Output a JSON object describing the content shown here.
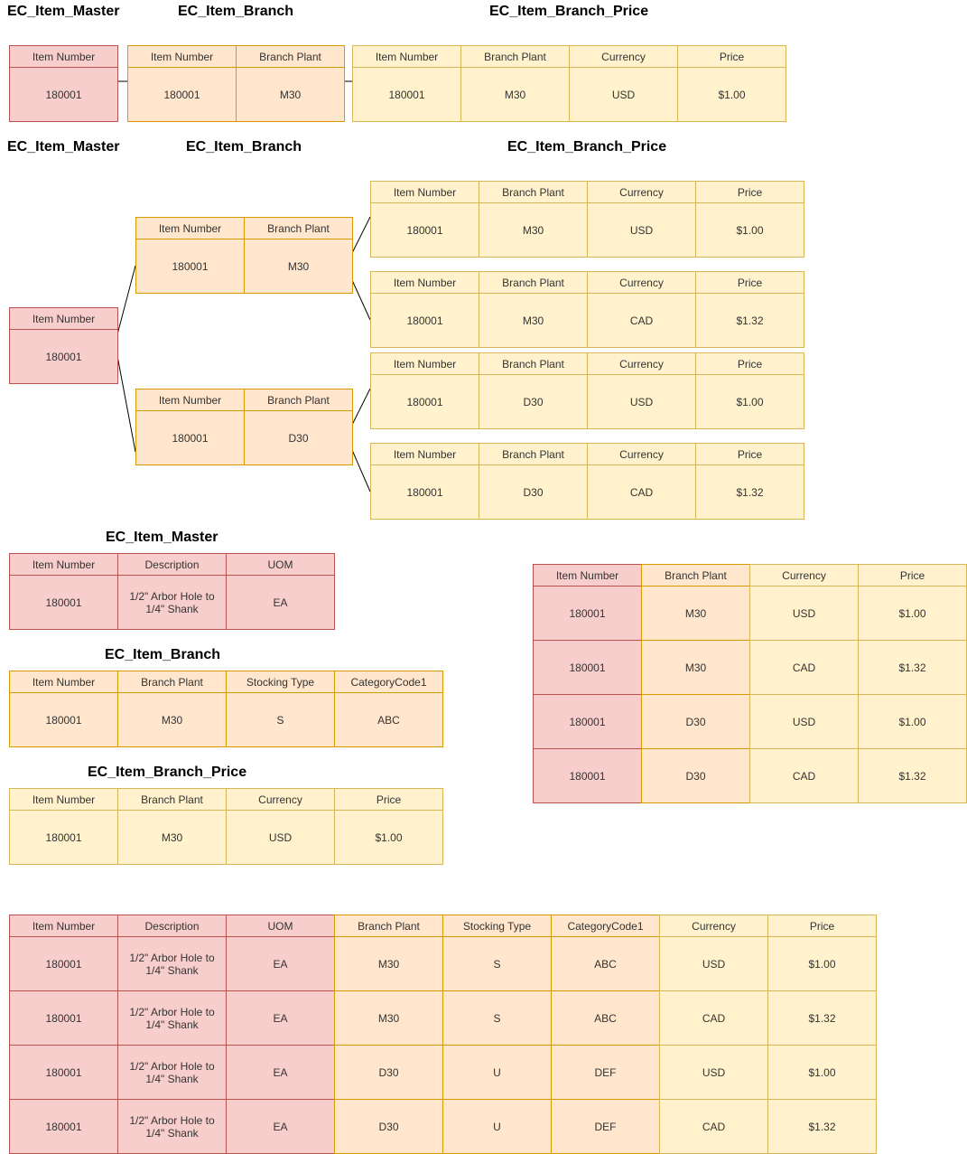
{
  "colors": {
    "master_fill": "#f8cecc",
    "master_stroke": "#b85450",
    "branch_fill": "#ffe6cc",
    "branch_stroke": "#d79b00",
    "price_fill": "#fff2cc",
    "price_stroke": "#d6b656",
    "connector": "#000000"
  },
  "sections": {
    "s1": {
      "master": "EC_Item_Master",
      "branch": "EC_Item_Branch",
      "price": "EC_Item_Branch_Price"
    },
    "s2": {
      "master": "EC_Item_Master",
      "branch": "EC_Item_Branch",
      "price": "EC_Item_Branch_Price"
    },
    "s3": {
      "master": "EC_Item_Master",
      "branch": "EC_Item_Branch",
      "price": "EC_Item_Branch_Price"
    }
  },
  "tables": {
    "s1_master": {
      "headers": [
        "Item Number"
      ],
      "rows": [
        [
          "180001"
        ]
      ]
    },
    "s1_branch": {
      "headers": [
        "Item Number",
        "Branch Plant"
      ],
      "rows": [
        [
          "180001",
          "M30"
        ]
      ]
    },
    "s1_price": {
      "headers": [
        "Item Number",
        "Branch Plant",
        "Currency",
        "Price"
      ],
      "rows": [
        [
          "180001",
          "M30",
          "USD",
          "$1.00"
        ]
      ]
    },
    "s2_master": {
      "headers": [
        "Item Number"
      ],
      "rows": [
        [
          "180001"
        ]
      ]
    },
    "s2_branch_m30": {
      "headers": [
        "Item Number",
        "Branch Plant"
      ],
      "rows": [
        [
          "180001",
          "M30"
        ]
      ]
    },
    "s2_branch_d30": {
      "headers": [
        "Item Number",
        "Branch Plant"
      ],
      "rows": [
        [
          "180001",
          "D30"
        ]
      ]
    },
    "s2_price_1": {
      "headers": [
        "Item Number",
        "Branch Plant",
        "Currency",
        "Price"
      ],
      "rows": [
        [
          "180001",
          "M30",
          "USD",
          "$1.00"
        ]
      ]
    },
    "s2_price_2": {
      "headers": [
        "Item Number",
        "Branch Plant",
        "Currency",
        "Price"
      ],
      "rows": [
        [
          "180001",
          "M30",
          "CAD",
          "$1.32"
        ]
      ]
    },
    "s2_price_3": {
      "headers": [
        "Item Number",
        "Branch Plant",
        "Currency",
        "Price"
      ],
      "rows": [
        [
          "180001",
          "D30",
          "USD",
          "$1.00"
        ]
      ]
    },
    "s2_price_4": {
      "headers": [
        "Item Number",
        "Branch Plant",
        "Currency",
        "Price"
      ],
      "rows": [
        [
          "180001",
          "D30",
          "CAD",
          "$1.32"
        ]
      ]
    },
    "s3_master": {
      "headers": [
        "Item Number",
        "Description",
        "UOM"
      ],
      "rows": [
        [
          "180001",
          "1/2\" Arbor Hole to 1/4\" Shank",
          "EA"
        ]
      ]
    },
    "s3_branch": {
      "headers": [
        "Item Number",
        "Branch Plant",
        "Stocking Type",
        "CategoryCode1"
      ],
      "rows": [
        [
          "180001",
          "M30",
          "S",
          "ABC"
        ]
      ]
    },
    "s3_price": {
      "headers": [
        "Item Number",
        "Branch Plant",
        "Currency",
        "Price"
      ],
      "rows": [
        [
          "180001",
          "M30",
          "USD",
          "$1.00"
        ]
      ]
    },
    "joined_simple": {
      "headers": [
        "Item Number",
        "Branch Plant",
        "Currency",
        "Price"
      ],
      "rows": [
        [
          "180001",
          "M30",
          "USD",
          "$1.00"
        ],
        [
          "180001",
          "M30",
          "CAD",
          "$1.32"
        ],
        [
          "180001",
          "D30",
          "USD",
          "$1.00"
        ],
        [
          "180001",
          "D30",
          "CAD",
          "$1.32"
        ]
      ]
    },
    "joined_full": {
      "headers": [
        "Item Number",
        "Description",
        "UOM",
        "Branch Plant",
        "Stocking Type",
        "CategoryCode1",
        "Currency",
        "Price"
      ],
      "rows": [
        [
          "180001",
          "1/2\" Arbor Hole to 1/4\" Shank",
          "EA",
          "M30",
          "S",
          "ABC",
          "USD",
          "$1.00"
        ],
        [
          "180001",
          "1/2\" Arbor Hole to 1/4\" Shank",
          "EA",
          "M30",
          "S",
          "ABC",
          "CAD",
          "$1.32"
        ],
        [
          "180001",
          "1/2\" Arbor Hole to 1/4\" Shank",
          "EA",
          "D30",
          "U",
          "DEF",
          "USD",
          "$1.00"
        ],
        [
          "180001",
          "1/2\" Arbor Hole to 1/4\" Shank",
          "EA",
          "D30",
          "U",
          "DEF",
          "CAD",
          "$1.32"
        ]
      ]
    }
  }
}
